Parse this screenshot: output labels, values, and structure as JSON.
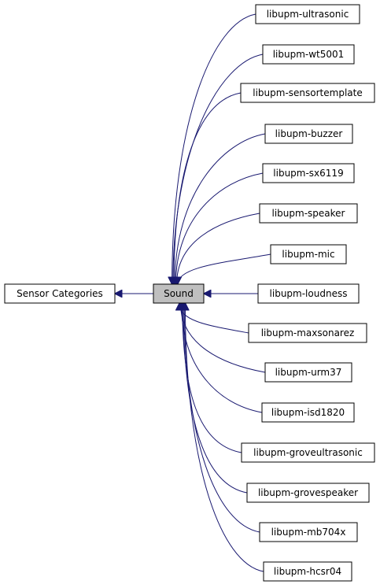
{
  "diagram": {
    "colors": {
      "edge": "#191970",
      "center_fill": "#bfbfbf",
      "node_fill": "#ffffff",
      "border": "#000000"
    },
    "parent": {
      "label": "Sensor Categories"
    },
    "center": {
      "label": "Sound"
    },
    "children": [
      {
        "label": "libupm-ultrasonic"
      },
      {
        "label": "libupm-wt5001"
      },
      {
        "label": "libupm-sensortemplate"
      },
      {
        "label": "libupm-buzzer"
      },
      {
        "label": "libupm-sx6119"
      },
      {
        "label": "libupm-speaker"
      },
      {
        "label": "libupm-mic"
      },
      {
        "label": "libupm-loudness"
      },
      {
        "label": "libupm-maxsonarez"
      },
      {
        "label": "libupm-urm37"
      },
      {
        "label": "libupm-isd1820"
      },
      {
        "label": "libupm-groveultrasonic"
      },
      {
        "label": "libupm-grovespeaker"
      },
      {
        "label": "libupm-mb704x"
      },
      {
        "label": "libupm-hcsr04"
      }
    ]
  }
}
